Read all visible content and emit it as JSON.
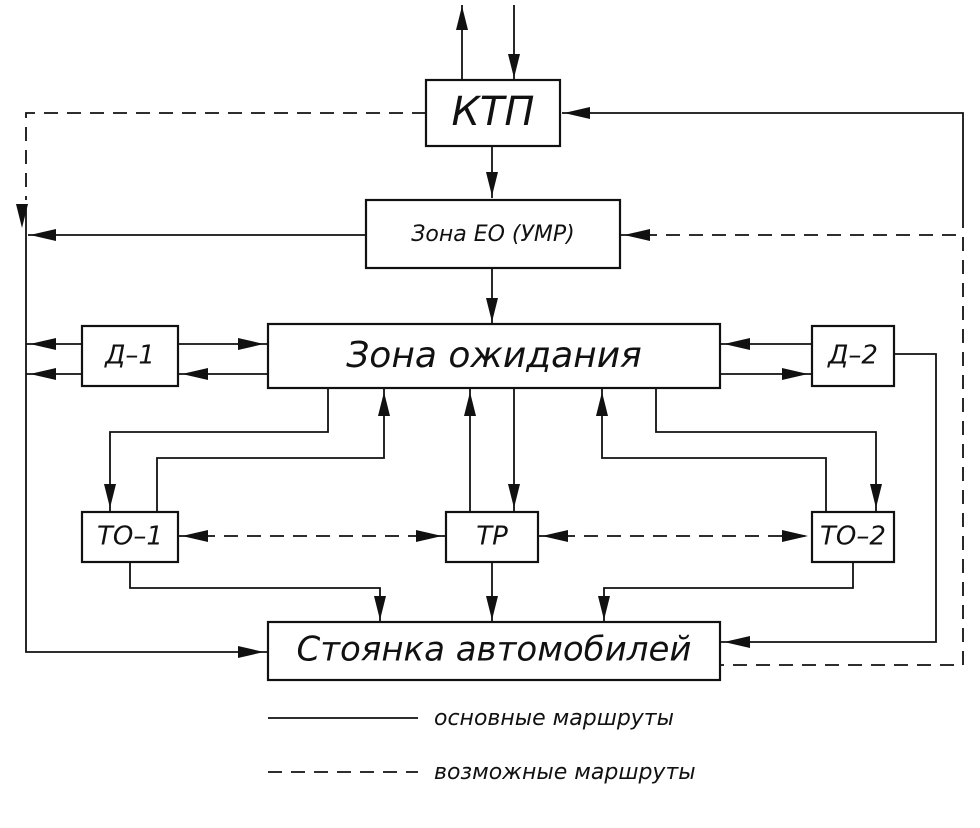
{
  "diagram": {
    "nodes": {
      "ktp": "КТП",
      "eo_zone": "Зона ЕО (УМР)",
      "waiting_zone": "Зона ожидания",
      "d1": "Д–1",
      "d2": "Д–2",
      "to1": "ТО–1",
      "tr": "ТР",
      "to2": "ТО–2",
      "parking": "Стоянка автомобилей"
    },
    "legend": {
      "main_routes": "основные маршруты",
      "possible_routes": "возможные маршруты"
    }
  }
}
